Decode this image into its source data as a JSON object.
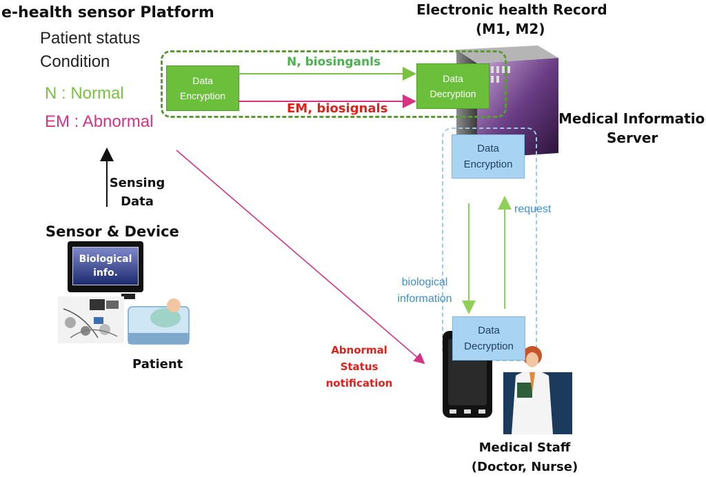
{
  "platform": {
    "title": "e-health sensor Platform",
    "status_line1": "Patient status",
    "status_line2": "Condition",
    "normal": "N : Normal",
    "abnormal": "EM : Abnormal"
  },
  "ehr": {
    "title": "Electronic health Record",
    "subtitle": "(M1, M2)"
  },
  "server": {
    "line1": "Medical Information",
    "line2": "Server"
  },
  "encryption_box": {
    "line1": "Data",
    "line2": "Encryption"
  },
  "decryption_box": {
    "line1": "Data",
    "line2": "Decryption"
  },
  "server_encryption_box": {
    "line1": "Data",
    "line2": "Encryption"
  },
  "staff_decryption_box": {
    "line1": "Data",
    "line2": "Decryption"
  },
  "arrows": {
    "normal_flow": "N, biosinganls",
    "abnormal_flow": "EM, biosignals",
    "request": "request",
    "bio_info_line1": "biological",
    "bio_info_line2": "information",
    "sensing_line1": "Sensing",
    "sensing_line2": "Data",
    "notify_line1": "Abnormal",
    "notify_line2": "Status",
    "notify_line3": "notification"
  },
  "sensor": {
    "title": "Sensor & Device",
    "monitor_line1": "Biological",
    "monitor_line2": "info.",
    "patient": "Patient"
  },
  "staff": {
    "line1": "Medical Staff",
    "line2": "(Doctor, Nurse)"
  },
  "colors": {
    "green_box": "#6bbf3b",
    "blue_box": "#a9d3f2",
    "normal_text": "#7ac142",
    "abnormal_text": "#d63384",
    "alert_text": "#e0201b",
    "info_text": "#3a8fd0"
  }
}
